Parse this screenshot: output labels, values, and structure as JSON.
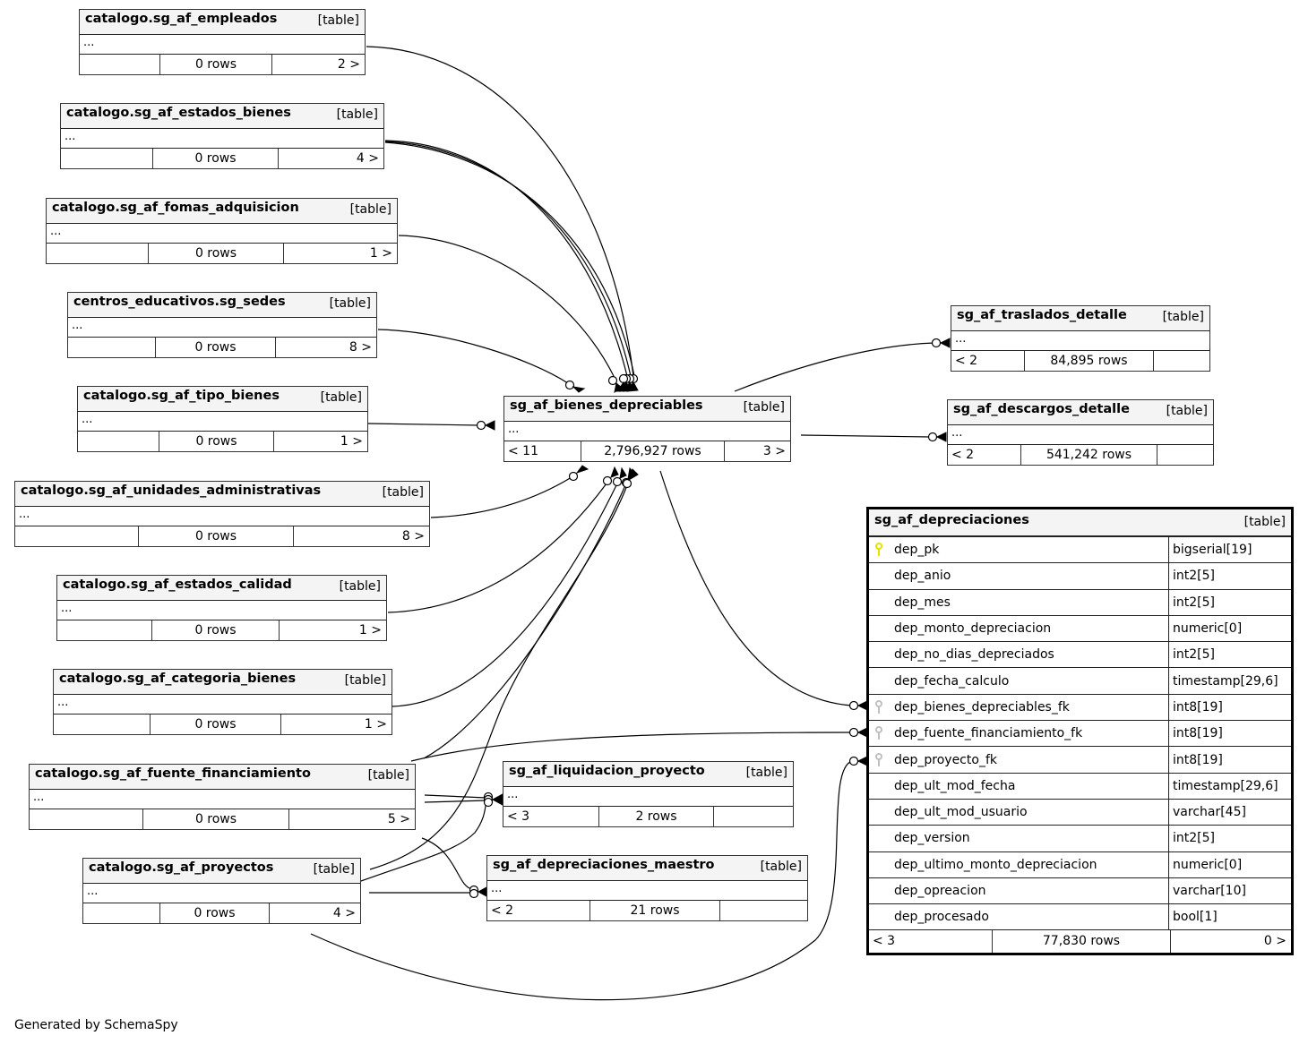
{
  "diagram": {
    "footer": "Generated by SchemaSpy",
    "key_colors": {
      "primary_key": "#e8e000",
      "foreign_key": "#c0c0c0"
    },
    "tables": [
      {
        "id": "empleados",
        "name": "catalogo.sg_af_empleados",
        "kind": "[table]",
        "ellipsis": "...",
        "parents": "",
        "rows": "0 rows",
        "children": "2 >"
      },
      {
        "id": "estados_bienes",
        "name": "catalogo.sg_af_estados_bienes",
        "kind": "[table]",
        "ellipsis": "...",
        "parents": "",
        "rows": "0 rows",
        "children": "4 >"
      },
      {
        "id": "fomas_adquisicion",
        "name": "catalogo.sg_af_fomas_adquisicion",
        "kind": "[table]",
        "ellipsis": "...",
        "parents": "",
        "rows": "0 rows",
        "children": "1 >"
      },
      {
        "id": "sedes",
        "name": "centros_educativos.sg_sedes",
        "kind": "[table]",
        "ellipsis": "...",
        "parents": "",
        "rows": "0 rows",
        "children": "8 >"
      },
      {
        "id": "tipo_bienes",
        "name": "catalogo.sg_af_tipo_bienes",
        "kind": "[table]",
        "ellipsis": "...",
        "parents": "",
        "rows": "0 rows",
        "children": "1 >"
      },
      {
        "id": "unidades_administrativas",
        "name": "catalogo.sg_af_unidades_administrativas",
        "kind": "[table]",
        "ellipsis": "...",
        "parents": "",
        "rows": "0 rows",
        "children": "8 >"
      },
      {
        "id": "estados_calidad",
        "name": "catalogo.sg_af_estados_calidad",
        "kind": "[table]",
        "ellipsis": "...",
        "parents": "",
        "rows": "0 rows",
        "children": "1 >"
      },
      {
        "id": "categoria_bienes",
        "name": "catalogo.sg_af_categoria_bienes",
        "kind": "[table]",
        "ellipsis": "...",
        "parents": "",
        "rows": "0 rows",
        "children": "1 >"
      },
      {
        "id": "fuente_financiamiento",
        "name": "catalogo.sg_af_fuente_financiamiento",
        "kind": "[table]",
        "ellipsis": "...",
        "parents": "",
        "rows": "0 rows",
        "children": "5 >"
      },
      {
        "id": "proyectos",
        "name": "catalogo.sg_af_proyectos",
        "kind": "[table]",
        "ellipsis": "...",
        "parents": "",
        "rows": "0 rows",
        "children": "4 >"
      },
      {
        "id": "bienes_depreciables",
        "name": "sg_af_bienes_depreciables",
        "kind": "[table]",
        "ellipsis": "...",
        "parents": "< 11",
        "rows": "2,796,927 rows",
        "children": "3 >"
      },
      {
        "id": "traslados_detalle",
        "name": "sg_af_traslados_detalle",
        "kind": "[table]",
        "ellipsis": "...",
        "parents": "< 2",
        "rows": "84,895 rows",
        "children": ""
      },
      {
        "id": "descargos_detalle",
        "name": "sg_af_descargos_detalle",
        "kind": "[table]",
        "ellipsis": "...",
        "parents": "< 2",
        "rows": "541,242 rows",
        "children": ""
      },
      {
        "id": "liquidacion_proyecto",
        "name": "sg_af_liquidacion_proyecto",
        "kind": "[table]",
        "ellipsis": "...",
        "parents": "< 3",
        "rows": "2 rows",
        "children": ""
      },
      {
        "id": "depreciaciones_maestro",
        "name": "sg_af_depreciaciones_maestro",
        "kind": "[table]",
        "ellipsis": "...",
        "parents": "< 2",
        "rows": "21 rows",
        "children": ""
      }
    ],
    "focus_table": {
      "name": "sg_af_depreciaciones",
      "kind": "[table]",
      "columns": [
        {
          "name": "dep_pk",
          "type": "bigserial[19]",
          "key": "primary"
        },
        {
          "name": "dep_anio",
          "type": "int2[5]",
          "key": ""
        },
        {
          "name": "dep_mes",
          "type": "int2[5]",
          "key": ""
        },
        {
          "name": "dep_monto_depreciacion",
          "type": "numeric[0]",
          "key": ""
        },
        {
          "name": "dep_no_dias_depreciados",
          "type": "int2[5]",
          "key": ""
        },
        {
          "name": "dep_fecha_calculo",
          "type": "timestamp[29,6]",
          "key": ""
        },
        {
          "name": "dep_bienes_depreciables_fk",
          "type": "int8[19]",
          "key": "foreign"
        },
        {
          "name": "dep_fuente_financiamiento_fk",
          "type": "int8[19]",
          "key": "foreign"
        },
        {
          "name": "dep_proyecto_fk",
          "type": "int8[19]",
          "key": "foreign"
        },
        {
          "name": "dep_ult_mod_fecha",
          "type": "timestamp[29,6]",
          "key": ""
        },
        {
          "name": "dep_ult_mod_usuario",
          "type": "varchar[45]",
          "key": ""
        },
        {
          "name": "dep_version",
          "type": "int2[5]",
          "key": ""
        },
        {
          "name": "dep_ultimo_monto_depreciacion",
          "type": "numeric[0]",
          "key": ""
        },
        {
          "name": "dep_opreacion",
          "type": "varchar[10]",
          "key": ""
        },
        {
          "name": "dep_procesado",
          "type": "bool[1]",
          "key": ""
        }
      ],
      "parents": "< 3",
      "rows": "77,830 rows",
      "children": "0 >"
    }
  }
}
